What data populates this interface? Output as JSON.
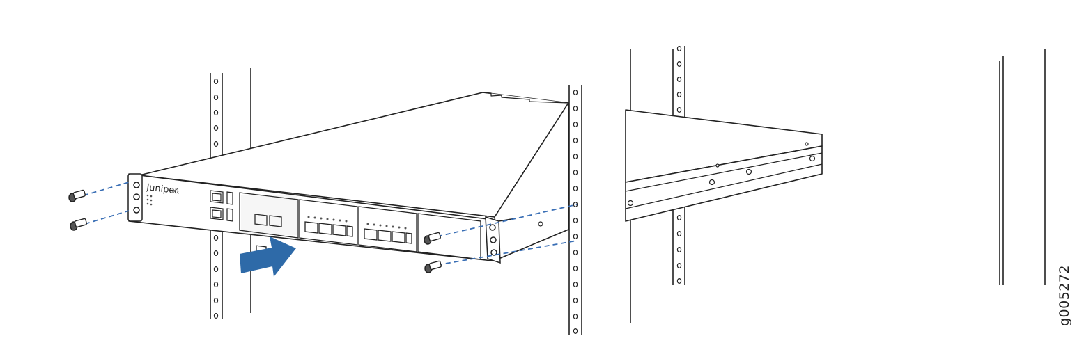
{
  "figure": {
    "id": "g005272",
    "brand_label": "Juniper",
    "model_label": "SRX"
  },
  "colors": {
    "line": "#222222",
    "screw_dash": "#3a6fb5",
    "arrow": "#2e6aa8",
    "panel_bg": "#ffffff"
  },
  "parts": {
    "screws": [
      "screw-left-top",
      "screw-left-bottom",
      "screw-right-top",
      "screw-right-bottom"
    ],
    "arrow": "insert-direction-arrow",
    "rails": [
      "left-front-rail",
      "right-front-rail",
      "rear-left-rail",
      "rear-right-rail"
    ]
  }
}
